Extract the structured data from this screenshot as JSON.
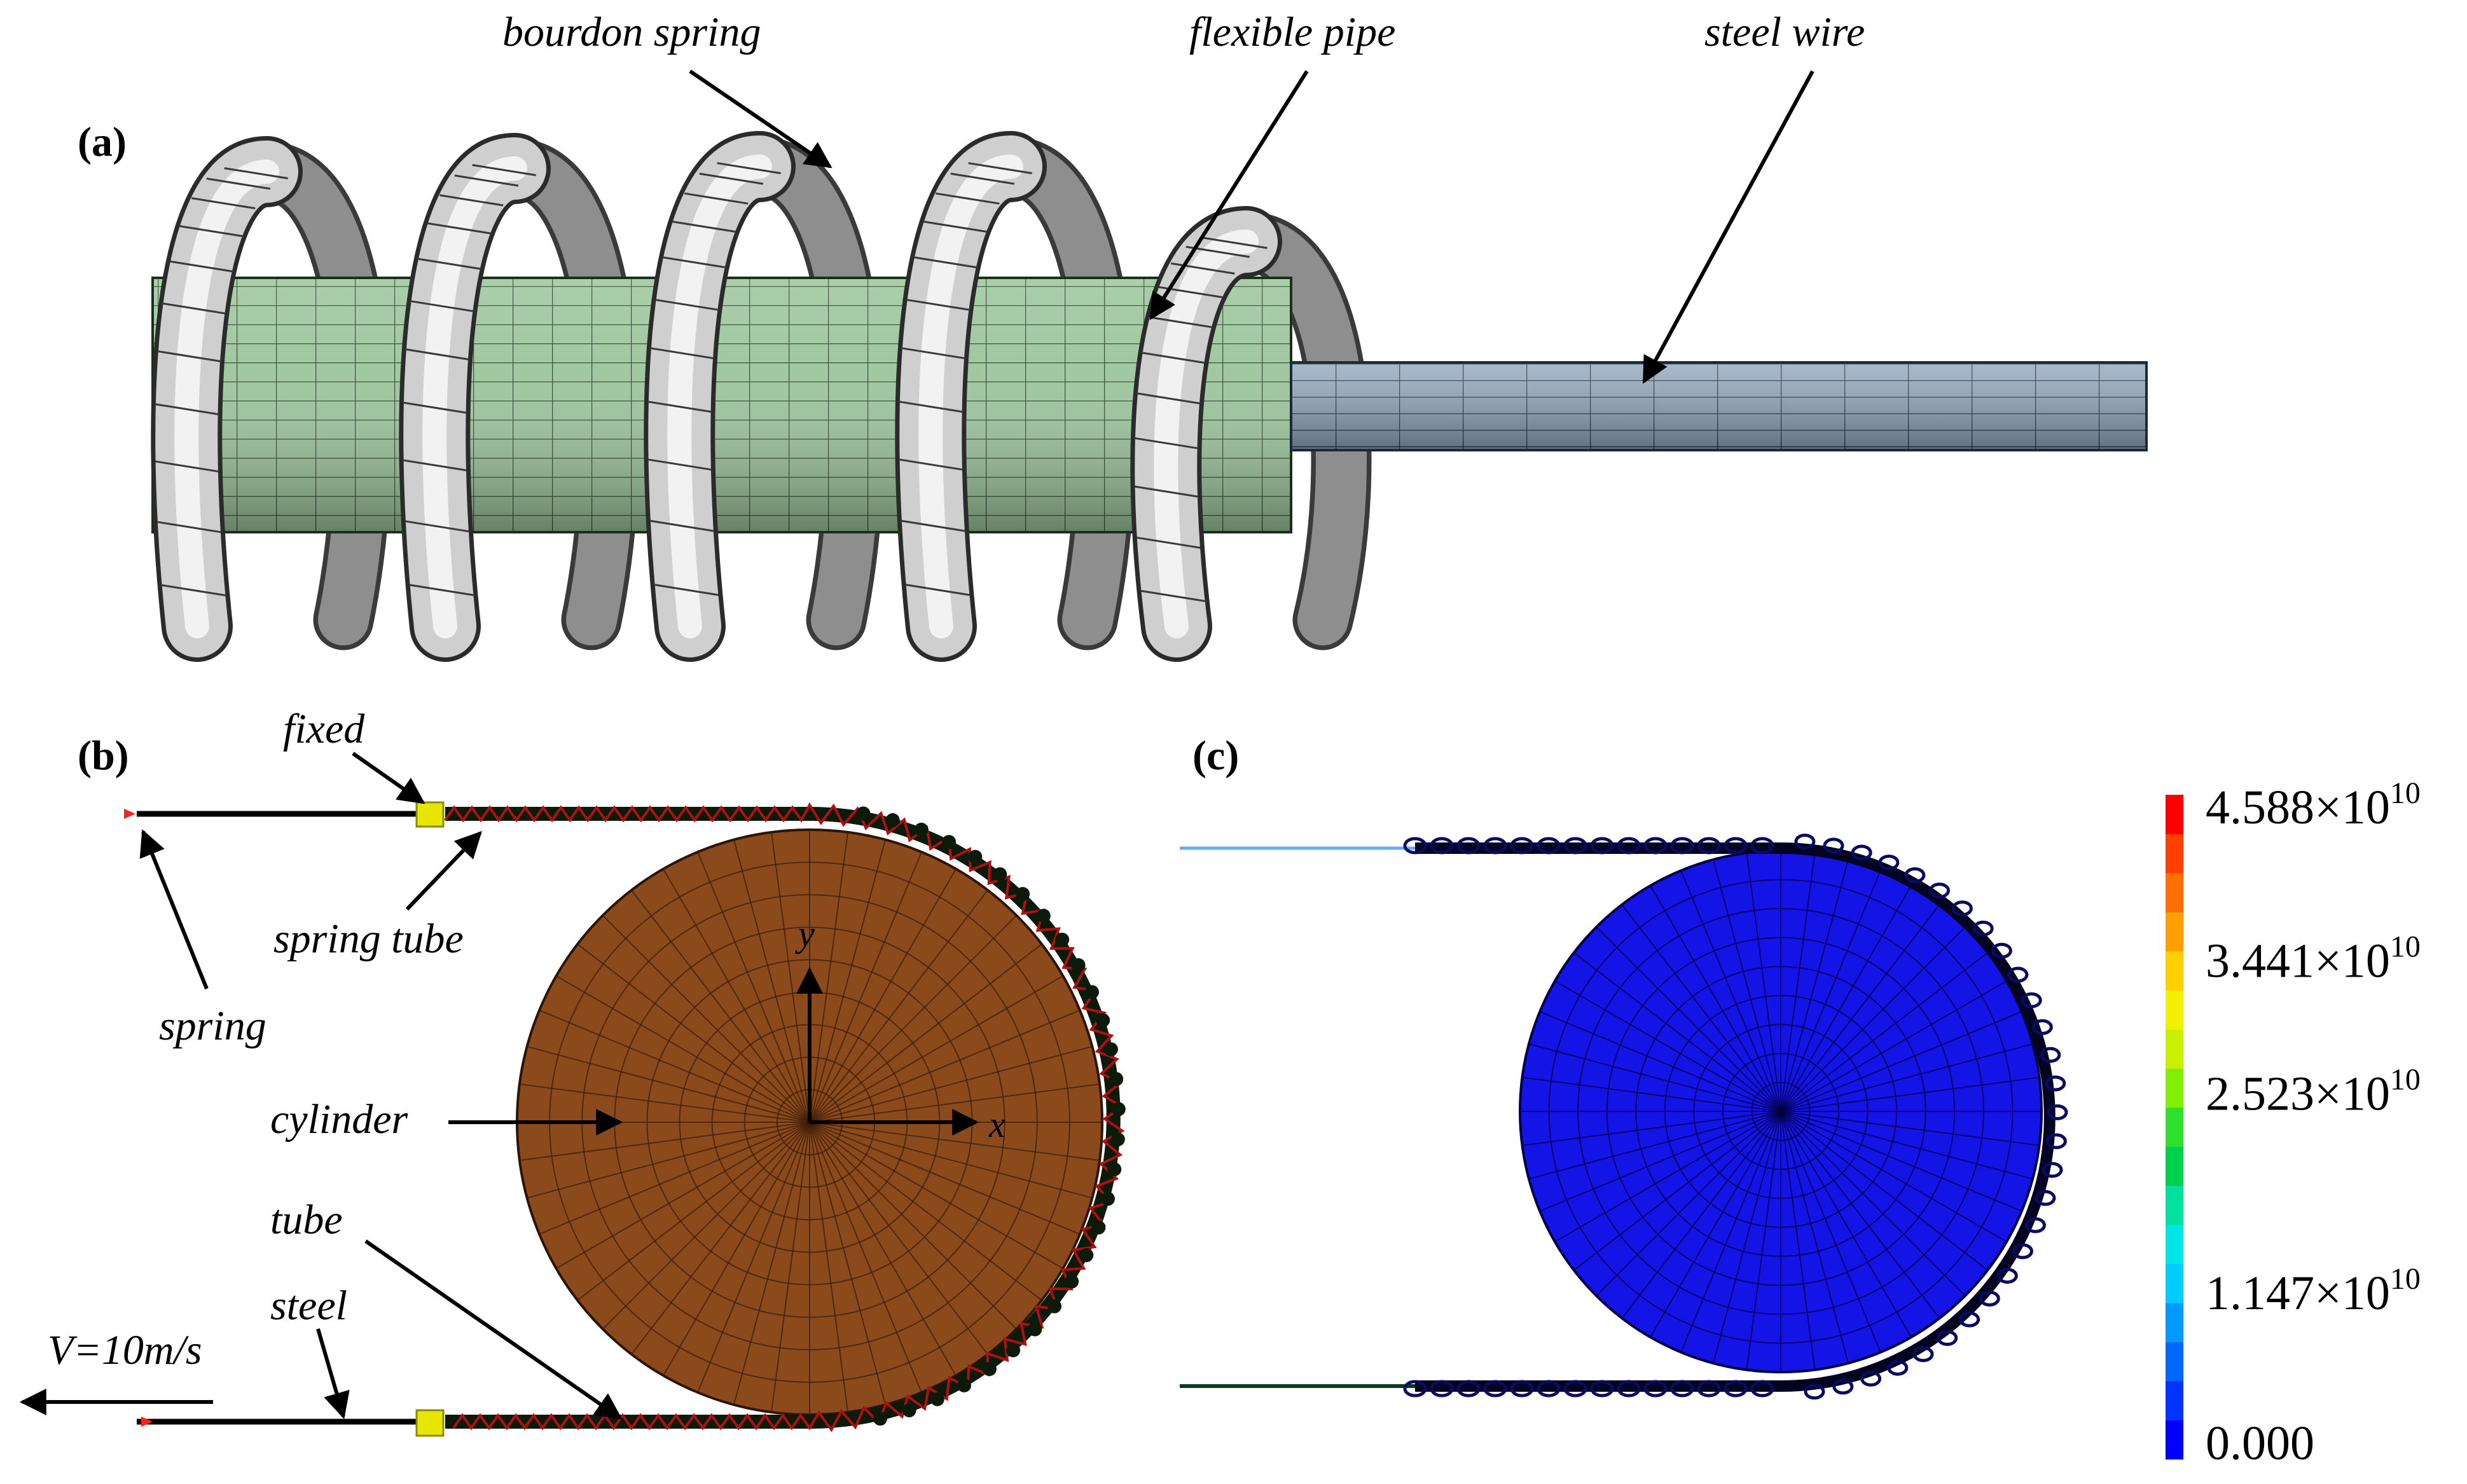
{
  "panels": {
    "a": {
      "label": "(a)"
    },
    "b": {
      "label": "(b)"
    },
    "c": {
      "label": "(c)"
    }
  },
  "annotations": {
    "bourdon_spring": "bourdon spring",
    "flexible_pipe": "flexible pipe",
    "steel_wire": "steel wire",
    "fixed": "fixed",
    "spring_tube": "spring tube",
    "spring": "spring",
    "cylinder": "cylinder",
    "tube": "tube",
    "steel": "steel",
    "velocity": "V=10m/s",
    "axis_x": "x",
    "axis_y": "y"
  },
  "colorbar": {
    "labels": [
      {
        "mantissa": "4.588×10",
        "exp": "10",
        "fraction": 1.0
      },
      {
        "mantissa": "3.441×10",
        "exp": "10",
        "fraction": 0.75
      },
      {
        "mantissa": "2.523×10",
        "exp": "10",
        "fraction": 0.55
      },
      {
        "mantissa": "1.147×10",
        "exp": "10",
        "fraction": 0.25
      },
      {
        "mantissa": "0.000",
        "exp": "",
        "fraction": 0.0
      }
    ],
    "colors": [
      "#0000ff",
      "#0033ff",
      "#0066ff",
      "#0099ff",
      "#00ccff",
      "#00e5e5",
      "#00e0a0",
      "#00d050",
      "#30e030",
      "#80f000",
      "#c8f000",
      "#f0f000",
      "#ffd000",
      "#ffa000",
      "#ff7000",
      "#ff4000",
      "#ff0000"
    ]
  },
  "colors": {
    "pipe": "#8fbf8f",
    "wire": "#8aa0b8",
    "spring": "#c8c8c8",
    "cylinder_b": "#8b4a1c",
    "cylinder_c": "#1414e6",
    "fixed": "#e6e600"
  }
}
